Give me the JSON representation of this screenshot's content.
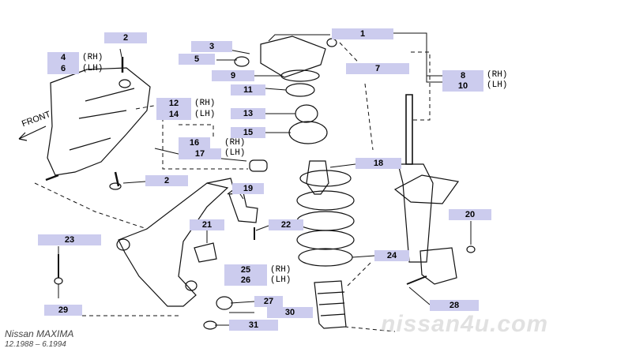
{
  "diagram": {
    "front_label": "FRONT",
    "footer": {
      "model": "Nissan  MAXIMA",
      "dates": "12.1988  –  6.1994"
    },
    "watermark": "nissan4u.com",
    "callouts": [
      {
        "id": "c1",
        "num": "1"
      },
      {
        "id": "c2a",
        "num": "2"
      },
      {
        "id": "c2b",
        "num": "2"
      },
      {
        "id": "c3",
        "num": "3"
      },
      {
        "id": "c4",
        "num": "4",
        "side": "(RH)"
      },
      {
        "id": "c5",
        "num": "5"
      },
      {
        "id": "c6",
        "num": "6",
        "side": "(LH)"
      },
      {
        "id": "c7",
        "num": "7"
      },
      {
        "id": "c8",
        "num": "8",
        "side": "(RH)"
      },
      {
        "id": "c9",
        "num": "9"
      },
      {
        "id": "c10",
        "num": "10",
        "side": "(LH)"
      },
      {
        "id": "c11",
        "num": "11"
      },
      {
        "id": "c12",
        "num": "12",
        "side": "(RH)"
      },
      {
        "id": "c13",
        "num": "13"
      },
      {
        "id": "c14",
        "num": "14",
        "side": "(LH)"
      },
      {
        "id": "c15",
        "num": "15"
      },
      {
        "id": "c16",
        "num": "16",
        "side": "(RH)"
      },
      {
        "id": "c17",
        "num": "17",
        "side": "(LH)"
      },
      {
        "id": "c18",
        "num": "18"
      },
      {
        "id": "c19",
        "num": "19"
      },
      {
        "id": "c20",
        "num": "20"
      },
      {
        "id": "c21",
        "num": "21"
      },
      {
        "id": "c22",
        "num": "22"
      },
      {
        "id": "c23",
        "num": "23"
      },
      {
        "id": "c24",
        "num": "24"
      },
      {
        "id": "c25",
        "num": "25",
        "side": "(RH)"
      },
      {
        "id": "c26",
        "num": "26",
        "side": "(LH)"
      },
      {
        "id": "c27",
        "num": "27"
      },
      {
        "id": "c28",
        "num": "28"
      },
      {
        "id": "c29",
        "num": "29"
      },
      {
        "id": "c30",
        "num": "30"
      },
      {
        "id": "c31",
        "num": "31"
      }
    ]
  }
}
